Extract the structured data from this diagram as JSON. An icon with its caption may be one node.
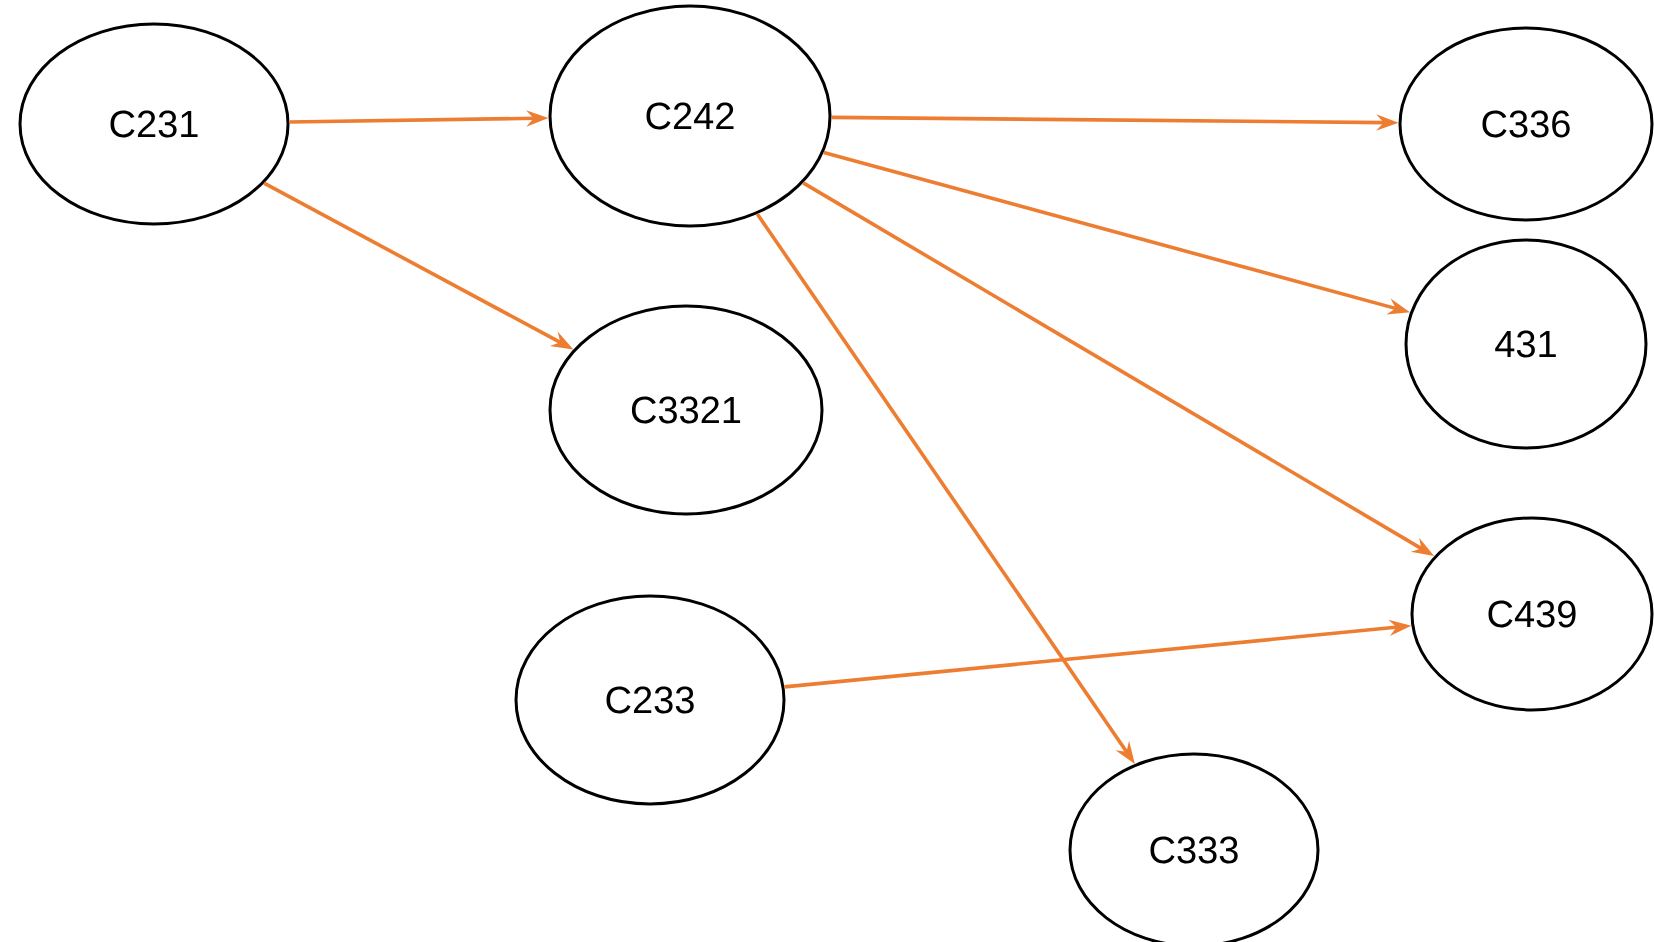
{
  "diagram": {
    "nodes": [
      {
        "text": [
          "C231"
        ]
      },
      {
        "text": [
          "C242"
        ]
      },
      {
        "text": [
          "C336"
        ]
      },
      {
        "text": [
          "C3321"
        ]
      },
      {
        "text": [
          "431"
        ]
      },
      {
        "text": [
          "C233"
        ]
      },
      {
        "text": [
          "C439"
        ]
      },
      {
        "text": [
          "C333"
        ]
      }
    ],
    "edges": [
      {
        "from": 0,
        "to": 1,
        "arrow": "to"
      },
      {
        "from": 0,
        "to": 3,
        "arrow": "to"
      },
      {
        "from": 1,
        "to": 2,
        "arrow": "to"
      },
      {
        "from": 1,
        "to": 4,
        "arrow": "to"
      },
      {
        "from": 1,
        "to": 6,
        "arrow": "to"
      },
      {
        "from": 1,
        "to": 7,
        "arrow": "to"
      },
      {
        "from": 5,
        "to": 6,
        "arrow": "to"
      }
    ]
  }
}
